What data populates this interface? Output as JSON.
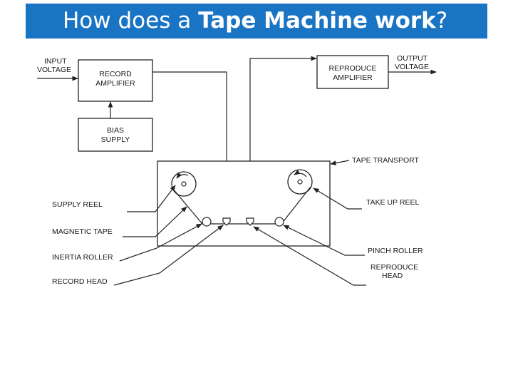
{
  "title": {
    "part1": "How does a ",
    "bold1": "Tape Machine",
    "part2": " ",
    "bold2": "work",
    "part3": "?"
  },
  "diagram": {
    "input_voltage": [
      "INPUT",
      "VOLTAGE"
    ],
    "record_amplifier": [
      "RECORD",
      "AMPLIFIER"
    ],
    "bias_supply": [
      "BIAS",
      "SUPPLY"
    ],
    "reproduce_amplifier": [
      "REPRODUCE",
      "AMPLIFIER"
    ],
    "output_voltage": [
      "OUTPUT",
      "VOLTAGE"
    ],
    "tape_transport": "TAPE TRANSPORT",
    "supply_reel": "SUPPLY REEL",
    "magnetic_tape": "MAGNETIC TAPE",
    "inertia_roller": "INERTIA ROLLER",
    "record_head": "RECORD HEAD",
    "take_up_reel": "TAKE UP REEL",
    "pinch_roller": "PINCH ROLLER",
    "reproduce_head": [
      "REPRODUCE",
      "HEAD"
    ]
  },
  "colors": {
    "title_bg": "#1a74c4",
    "title_fg": "#ffffff",
    "ink": "#222222"
  }
}
